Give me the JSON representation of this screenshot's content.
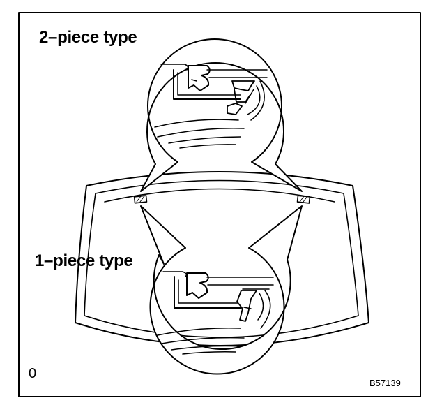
{
  "labels": {
    "two_piece": "2–piece type",
    "one_piece": "1–piece type",
    "corner_mark": "0",
    "figure_code": "B57139"
  },
  "colors": {
    "ink": "#000000",
    "paper": "#ffffff"
  }
}
